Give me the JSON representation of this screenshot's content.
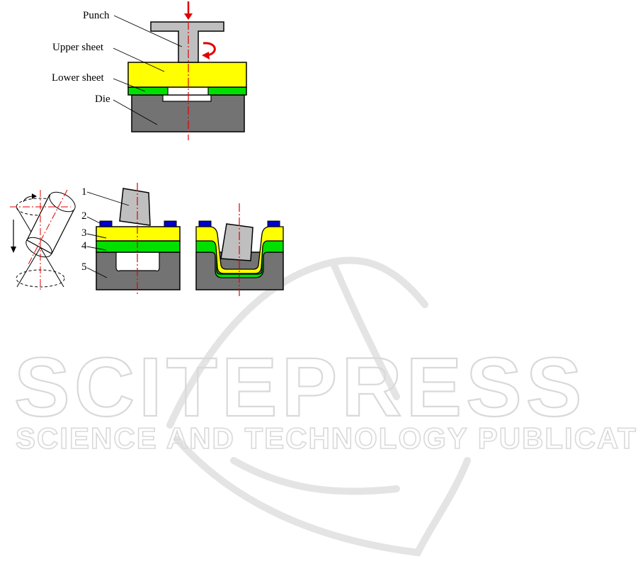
{
  "watermark": {
    "name": "SCITEPRESS",
    "tagline": "SCIENCE AND TECHNOLOGY PUBLICATIONS",
    "color": "#d9d9d9"
  },
  "figure_a": {
    "labels": {
      "punch": "Punch",
      "upper_sheet": "Upper sheet",
      "lower_sheet": "Lower sheet",
      "die": "Die"
    }
  },
  "figure_b": {
    "labels": [
      "1",
      "2",
      "3",
      "4",
      "5"
    ]
  },
  "colors": {
    "punch": "#bfbfbf",
    "upper_sheet": "#ffff00",
    "lower_sheet": "#00e000",
    "die": "#737373",
    "clamp": "#0000cc",
    "axis": "#e00000",
    "arrow": "#e00000"
  }
}
